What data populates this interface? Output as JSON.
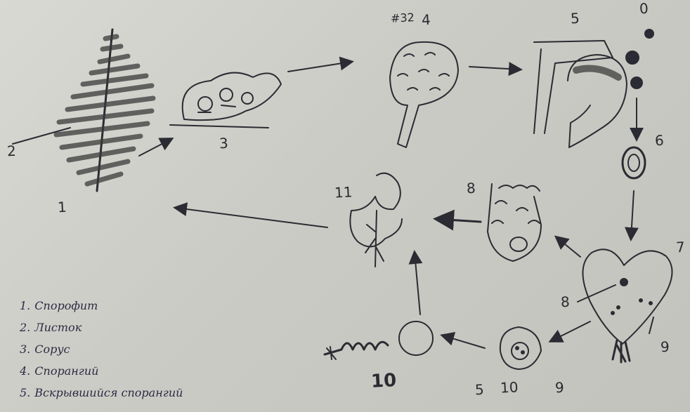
{
  "labels": {
    "n1": "1",
    "n2": "2",
    "n3": "3",
    "n4": "4",
    "n4prefix": "#32",
    "n5": "5",
    "n6top": "0",
    "n6": "6",
    "n7": "7",
    "n8a": "8",
    "n8b": "8",
    "n9a": "9",
    "n9b": "9",
    "n10": "10",
    "n11": "11",
    "n5b": "5",
    "n10b": "10"
  },
  "legend": [
    {
      "num": "1.",
      "text": "Спорофит"
    },
    {
      "num": "2.",
      "text": "Листок"
    },
    {
      "num": "3.",
      "text": "Сорус"
    },
    {
      "num": "4.",
      "text": "Спорангий"
    },
    {
      "num": "5.",
      "text": "Вскрывшийся спорангий"
    }
  ],
  "colors": {
    "ink": "#2b2b33",
    "paper": "#d2d2cc"
  }
}
